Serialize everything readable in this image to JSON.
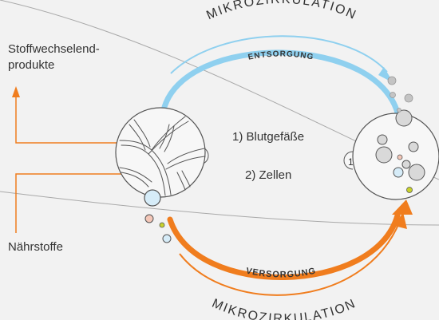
{
  "labels": {
    "waste_line1": "Stoffwechselend-",
    "waste_line2": "produkte",
    "nutrients": "Nährstoffe",
    "vessels": "1) Blutgefäße",
    "cells": "2) Zellen",
    "micro_top": "MIKROZIRKULATION",
    "disposal": "ENTSORGUNG",
    "supply": "VERSORGUNG",
    "micro_bottom": "MIKROZIRKULATION",
    "badge_one": "1"
  },
  "colors": {
    "background": "#f2f2f2",
    "disposal_arrow": "#8fd0ef",
    "supply_arrow": "#f07d1e",
    "text": "#333333",
    "circle_fill": "#f7f7f7",
    "circle_stroke": "#555555"
  },
  "icons": {
    "vessel_circle": "branching-blood-vessels-icon",
    "cell_circle": "cells-cluster-icon"
  }
}
